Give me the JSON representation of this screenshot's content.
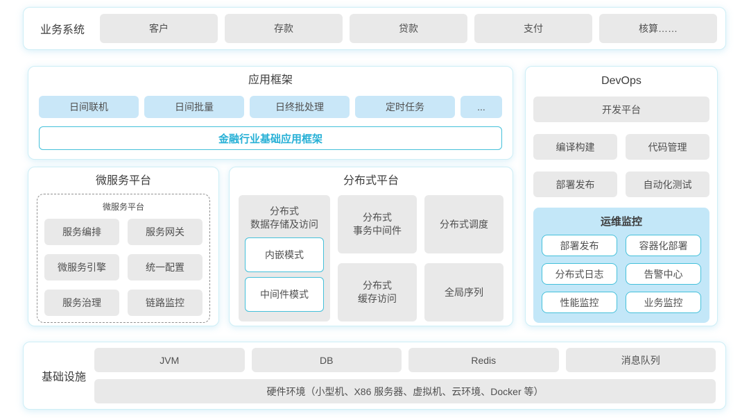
{
  "business": {
    "label": "业务系统",
    "items": [
      "客户",
      "存款",
      "贷款",
      "支付",
      "核算……"
    ]
  },
  "app_framework": {
    "title": "应用框架",
    "modules": [
      "日间联机",
      "日间批量",
      "日终批处理",
      "定时任务",
      "..."
    ],
    "base_framework": "金融行业基础应用框架"
  },
  "devops": {
    "title": "DevOps",
    "dev_platform": "开发平台",
    "tools": [
      "编译构建",
      "代码管理",
      "部署发布",
      "自动化测试"
    ],
    "ops_monitor": {
      "title": "运维监控",
      "items": [
        "部署发布",
        "容器化部署",
        "分布式日志",
        "告警中心",
        "性能监控",
        "业务监控"
      ]
    }
  },
  "microservice": {
    "title": "微服务平台",
    "inner_title": "微服务平台",
    "items": [
      "服务编排",
      "服务网关",
      "微服务引擎",
      "统一配置",
      "服务治理",
      "链路监控"
    ]
  },
  "distributed": {
    "title": "分布式平台",
    "storage": {
      "label": "分布式\n数据存储及访问",
      "modes": [
        "内嵌模式",
        "中间件模式"
      ]
    },
    "middle_cells": [
      "分布式\n事务中间件",
      "分布式\n缓存访问"
    ],
    "right_cells": [
      "分布式调度",
      "全局序列"
    ]
  },
  "infrastructure": {
    "label": "基础设施",
    "items": [
      "JVM",
      "DB",
      "Redis",
      "消息队列"
    ],
    "hardware": "硬件环境（小型机、X86 服务器、虚拟机、云环境、Docker 等）"
  },
  "colors": {
    "container_border": "#cdeef6",
    "gray_box": "#e9e9e9",
    "light_blue_box": "#c9e7f8",
    "monitor_panel_bg": "#c3e7f8",
    "teal_border": "#44c0da",
    "teal_text": "#26b0d6",
    "body_text": "#4f4f4f",
    "title_text": "#3c3c3c"
  }
}
